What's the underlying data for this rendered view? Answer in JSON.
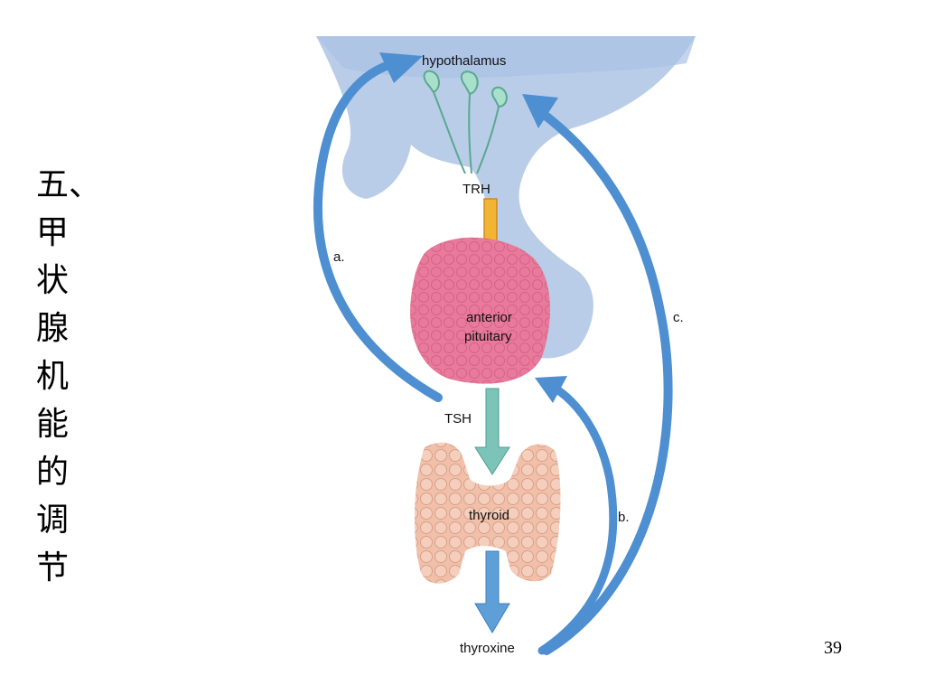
{
  "slide": {
    "title_chars": [
      "五、",
      "甲",
      "状",
      "腺",
      "机",
      "能",
      "的",
      "调",
      "节"
    ],
    "page_number": "39"
  },
  "diagram": {
    "labels": {
      "hypothalamus": "hypothalamus",
      "trh": "TRH",
      "anterior": "anterior",
      "pituitary": "pituitary",
      "tsh": "TSH",
      "thyroid": "thyroid",
      "thyroxine": "thyroxine",
      "a": "a.",
      "b": "b.",
      "c": "c."
    },
    "colors": {
      "brain": "#b9cde9",
      "feedback_arrow": "#4d8fd0",
      "neurons": "#7fcfb5",
      "trh_arrow": "#f2b533",
      "pituitary": "#e87a9c",
      "tsh_arrow": "#7cc4b8",
      "thyroid": "#f0c0aa",
      "thyroxine_arrow": "#5e9fd8"
    }
  }
}
